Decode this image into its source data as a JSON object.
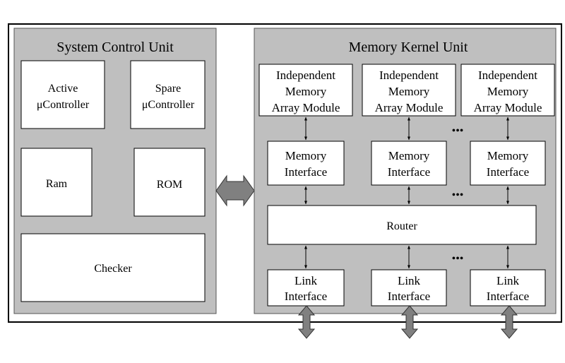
{
  "system_control_unit": {
    "title": "System Control Unit",
    "active": [
      "Active",
      "μController"
    ],
    "spare": [
      "Spare",
      "μController"
    ],
    "ram": "Ram",
    "rom": "ROM",
    "checker": "Checker"
  },
  "memory_kernel_unit": {
    "title": "Memory Kernel Unit",
    "array_module": [
      "Independent",
      "Memory",
      "Array Module"
    ],
    "memory_interface": [
      "Memory",
      "Interface"
    ],
    "router": "Router",
    "link_interface": [
      "Link",
      "Interface"
    ],
    "ellipsis": "•••"
  },
  "colors": {
    "panel_fill": "#bfbfbf",
    "arrow_fill": "#808080",
    "box_fill": "#ffffff",
    "line": "#000000"
  }
}
